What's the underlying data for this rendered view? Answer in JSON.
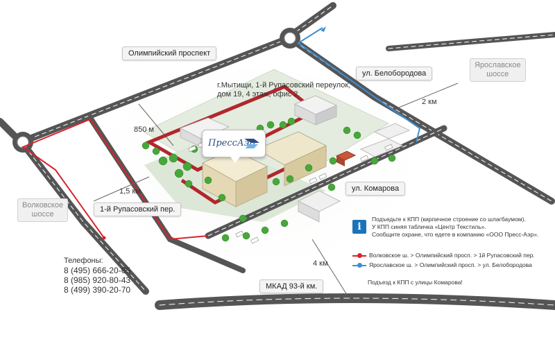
{
  "map": {
    "roads": {
      "olimpiyskiy": "Олимпийский проспект",
      "beloborodova": "ул. Белобородова",
      "komarova": "ул. Комарова",
      "rupasovskiy": "1-й Рупасовский пер.",
      "mkad": "МКАД 93-й км."
    },
    "highways": {
      "yaroslavskoe_1": "Ярославское",
      "yaroslavskoe_2": "шоссе",
      "volkovskoe_1": "Волковское",
      "volkovskoe_2": "шоссе"
    },
    "distances": {
      "d850": "850 м",
      "d1_5": "1,5 км",
      "d2": "2 км",
      "d4": "4 км"
    },
    "address": {
      "line1": "г.Мытищи, 1-й Рупасовский переулок,",
      "line2": "дом 19, 4 этаж, офис 2."
    },
    "logo": "ПрессАэр"
  },
  "phones": {
    "title": "Телефоны:",
    "numbers": [
      "8 (495) 666-20-65",
      "8 (985) 920-80-43",
      "8 (499) 390-20-70"
    ]
  },
  "info": {
    "line1": "Подъедьте к КПП (кирпичное строение со шлагбаумом).",
    "line2": "У КПП синяя табличка «Центр Текстиль».",
    "line3": "Сообщите охране, что едете в компанию «ООО Пресс-Аэр»."
  },
  "routes": [
    {
      "color": "#d9232a",
      "text": "Волковское ш.  >  Олимпийский просп.  >  1й Рупасовский пер."
    },
    {
      "color": "#3a8fd6",
      "text": "Ярославское ш.  >  Олимпийский просп.  >  ул. Белобородова"
    }
  ],
  "entrance": "Подъезд к КПП с улицы Комарова!",
  "colors": {
    "road": "#4a4a4a",
    "red_route": "#d9232a",
    "blue_route": "#3a8fd6",
    "ground": "#eef3ec",
    "building": "#e9e0c4",
    "tree": "#47a83a",
    "logo_blue": "#2a4f80",
    "info_blue": "#1d73b8"
  }
}
